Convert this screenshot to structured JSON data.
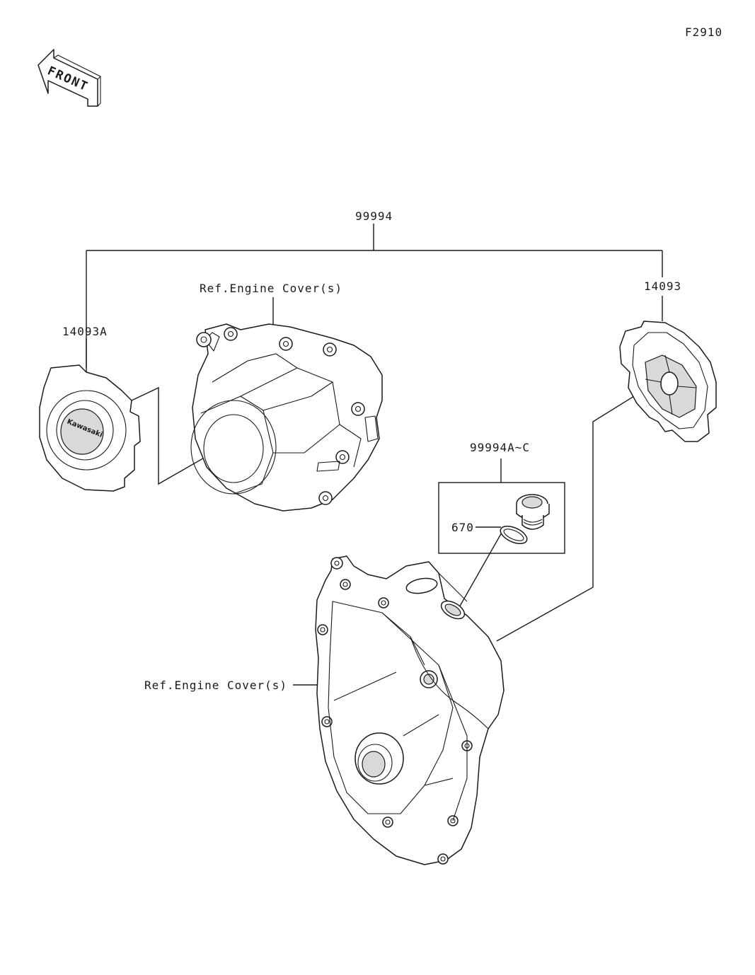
{
  "page_code": "F2910",
  "front_arrow": {
    "text": "FRONT",
    "icon": "front-arrow-icon"
  },
  "callouts": {
    "set_main": "99994",
    "cover_left": "14093A",
    "cover_right": "14093",
    "ref_engine_cover_top": "Ref.Engine Cover(s)",
    "ref_engine_cover_bottom": "Ref.Engine Cover(s)",
    "cap_set": "99994A~C",
    "o_ring": "670"
  },
  "parts": {
    "left_cover_logo": "Kawasaki"
  }
}
